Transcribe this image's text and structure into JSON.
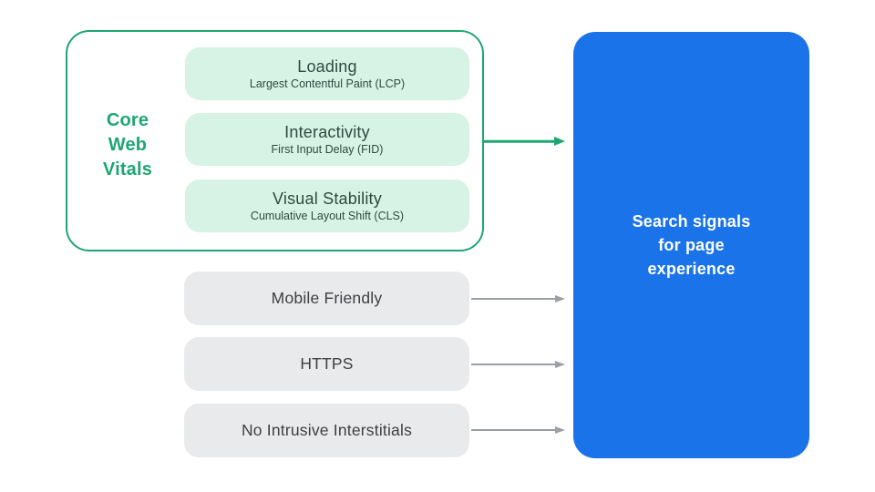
{
  "colors": {
    "green": "#1EA672",
    "green_light": "#D7F3E5",
    "gray_box": "#E9EAEC",
    "text_dark": "#3C4043",
    "text_green_dark": "#2F4A40",
    "arrow_gray": "#9AA0A6",
    "blue": "#1A73E8",
    "white_text": "#FFFFFF"
  },
  "core_web_vitals": {
    "label": "Core\nWeb\nVitals",
    "vitals": [
      {
        "title": "Loading",
        "subtitle": "Largest Contentful Paint (LCP)"
      },
      {
        "title": "Interactivity",
        "subtitle": "First Input Delay (FID)"
      },
      {
        "title": "Visual Stability",
        "subtitle": "Cumulative Layout Shift (CLS)"
      }
    ]
  },
  "other_signals": [
    {
      "label": "Mobile Friendly"
    },
    {
      "label": "HTTPS"
    },
    {
      "label": "No Intrusive Interstitials"
    }
  ],
  "result": {
    "label": "Search signals\nfor page\nexperience"
  }
}
